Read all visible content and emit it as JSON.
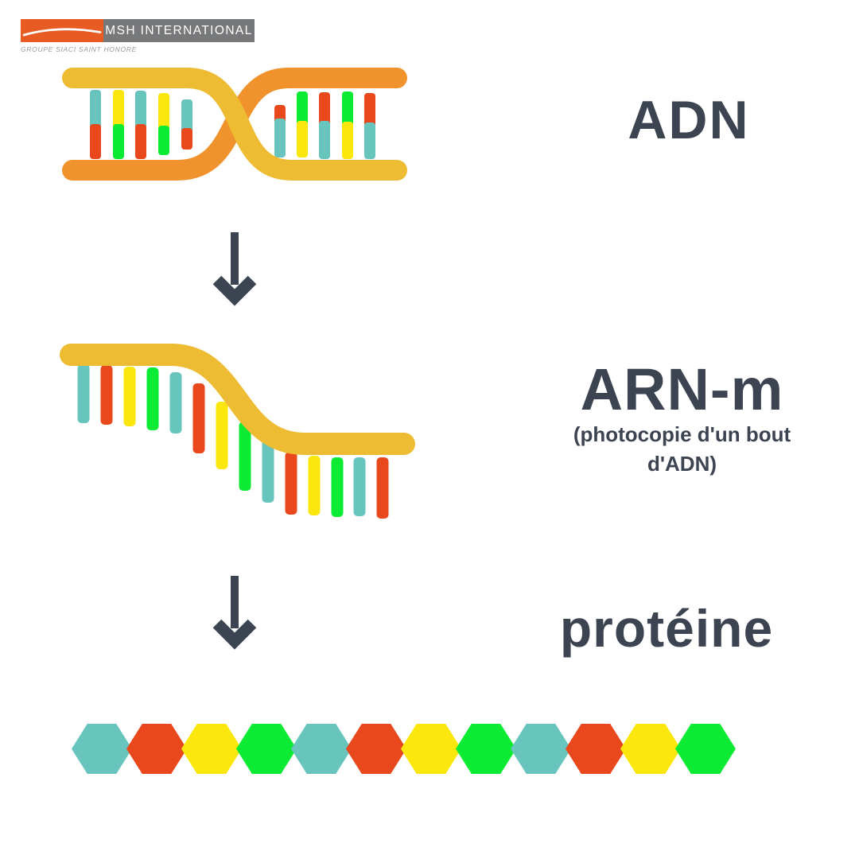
{
  "logo": {
    "brand": "MSH INTERNATIONAL",
    "subtitle": "GROUPE SIACI SAINT HONORE"
  },
  "colors": {
    "teal": "#68C5BE",
    "red": "#E8481C",
    "yellow": "#FBE70B",
    "green": "#0BEB33",
    "strand_gold": "#EDBC33",
    "strand_orange": "#F0932C",
    "dark": "#3D4451",
    "logo_orange": "#E85B23",
    "logo_gray": "#77787A",
    "subtitle_gray": "#97999B"
  },
  "adn": {
    "label": "ADN",
    "base_pairs_left": [
      [
        "teal",
        "red"
      ],
      [
        "yellow",
        "green"
      ],
      [
        "teal",
        "red"
      ],
      [
        "yellow",
        "green"
      ],
      [
        "teal",
        "red"
      ]
    ],
    "base_pairs_right": [
      [
        "red",
        "teal"
      ],
      [
        "green",
        "yellow"
      ],
      [
        "red",
        "teal"
      ],
      [
        "green",
        "yellow"
      ],
      [
        "red",
        "teal"
      ]
    ]
  },
  "arnm": {
    "label": "ARN-m",
    "note_line1": "(photocopie d'un bout",
    "note_line2": "d'ADN)",
    "bases": [
      "teal",
      "red",
      "yellow",
      "green",
      "teal",
      "red",
      "yellow",
      "green",
      "teal",
      "red",
      "yellow",
      "green",
      "teal",
      "red"
    ]
  },
  "proteine": {
    "label": "protéine",
    "hexagons": [
      "teal",
      "red",
      "yellow",
      "green",
      "teal",
      "red",
      "yellow",
      "green",
      "teal",
      "red",
      "yellow",
      "green"
    ]
  }
}
